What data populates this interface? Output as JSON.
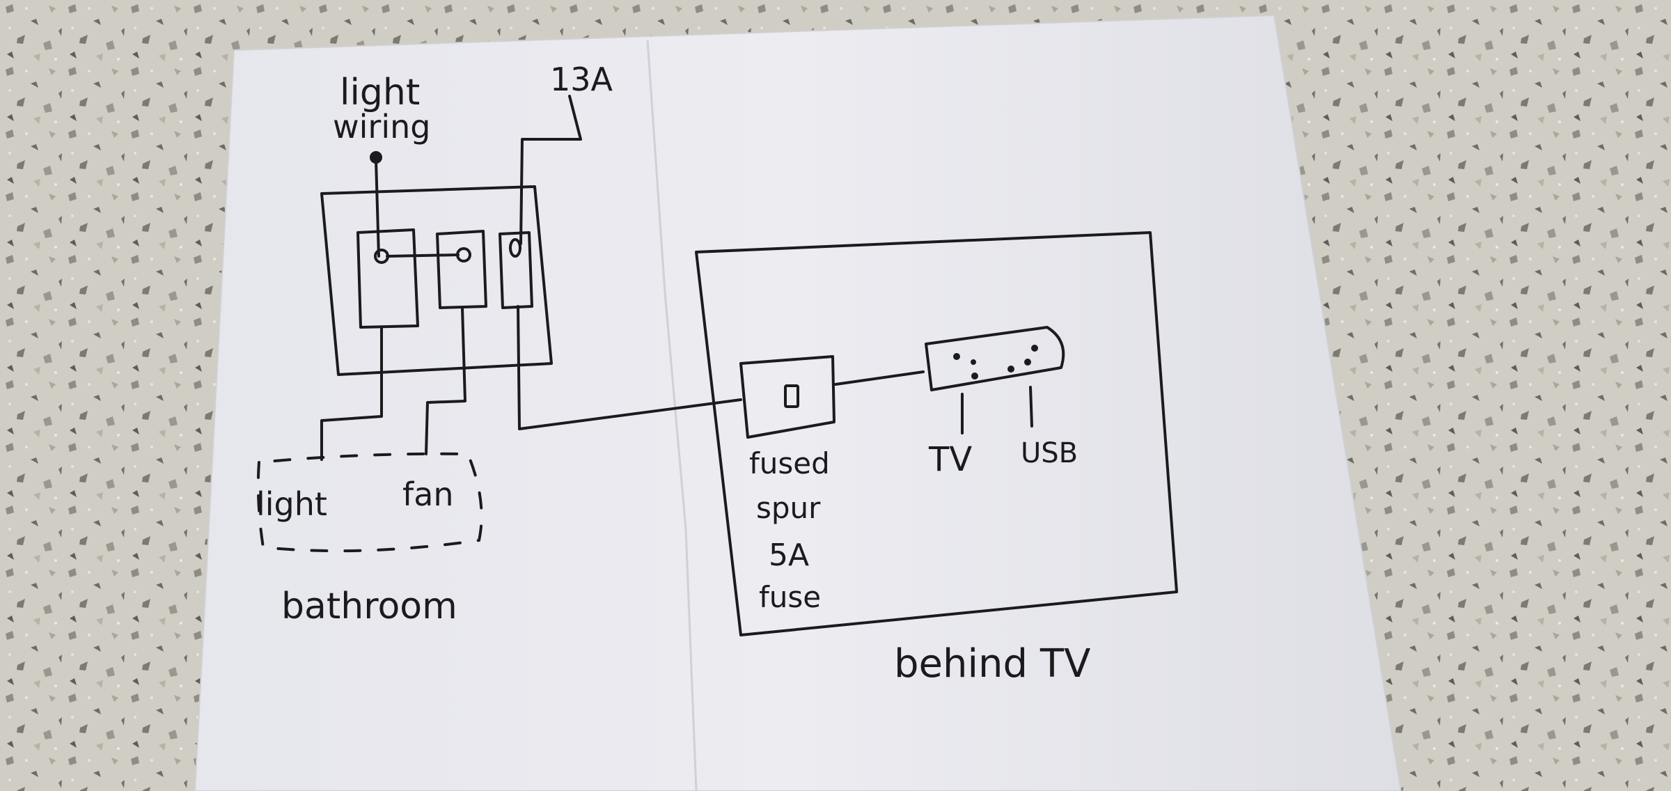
{
  "diagram": {
    "switch_panel": {
      "top_labels": {
        "light_wiring_line1": "light",
        "light_wiring_line2": "wiring",
        "supply": "13A"
      }
    },
    "bathroom": {
      "loads": {
        "light": "light",
        "fan": "fan"
      },
      "label": "bathroom"
    },
    "behind_tv": {
      "spur": {
        "line1": "fused",
        "line2": "spur",
        "line3": "5A",
        "line4": "fuse"
      },
      "socket_outputs": {
        "tv": "TV",
        "usb": "USB"
      },
      "label": "behind TV"
    }
  },
  "colors": {
    "ink": "#1b1b1e",
    "paper": "#e9e9ef",
    "countertop": "#cfcdc4"
  }
}
